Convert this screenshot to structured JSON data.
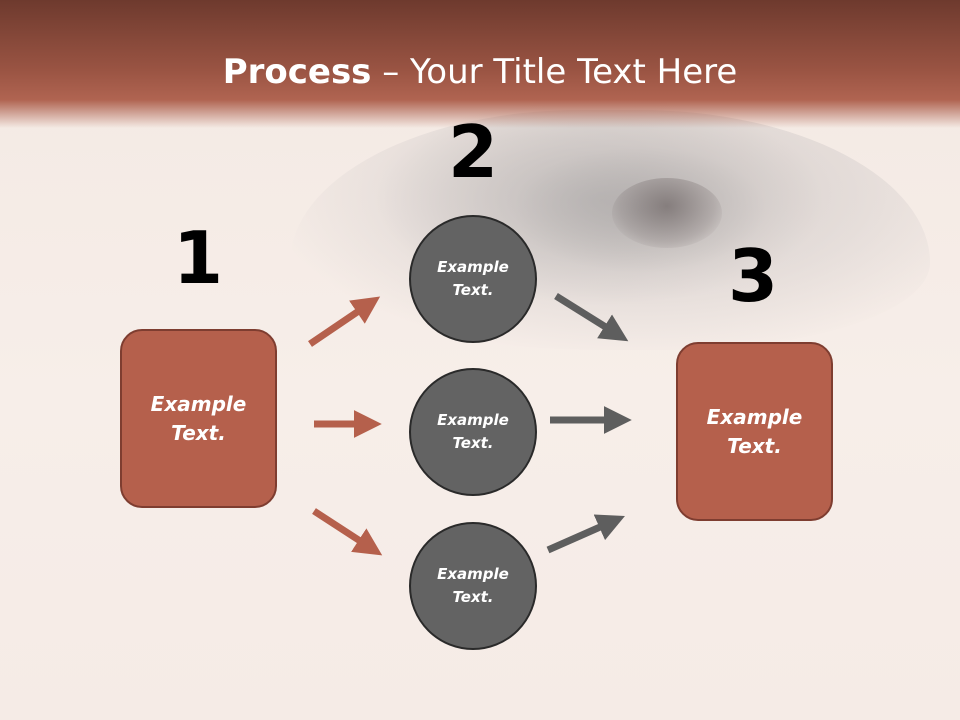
{
  "title": {
    "bold": "Process",
    "rest": " – Your Title Text Here"
  },
  "steps": [
    {
      "number": "1",
      "text": "Example\nText."
    },
    {
      "number": "2",
      "text": "Example\nText."
    },
    {
      "number": "3",
      "text": "Example\nText."
    }
  ],
  "middle_nodes": [
    {
      "text": "Example\nText."
    },
    {
      "text": "Example\nText."
    },
    {
      "text": "Example\nText."
    }
  ],
  "colors": {
    "brand": "#b5604c",
    "brand_dark": "#7e3d30",
    "node": "#636363",
    "arrow_left": "#b5604c",
    "arrow_right": "#5e5e5e"
  }
}
